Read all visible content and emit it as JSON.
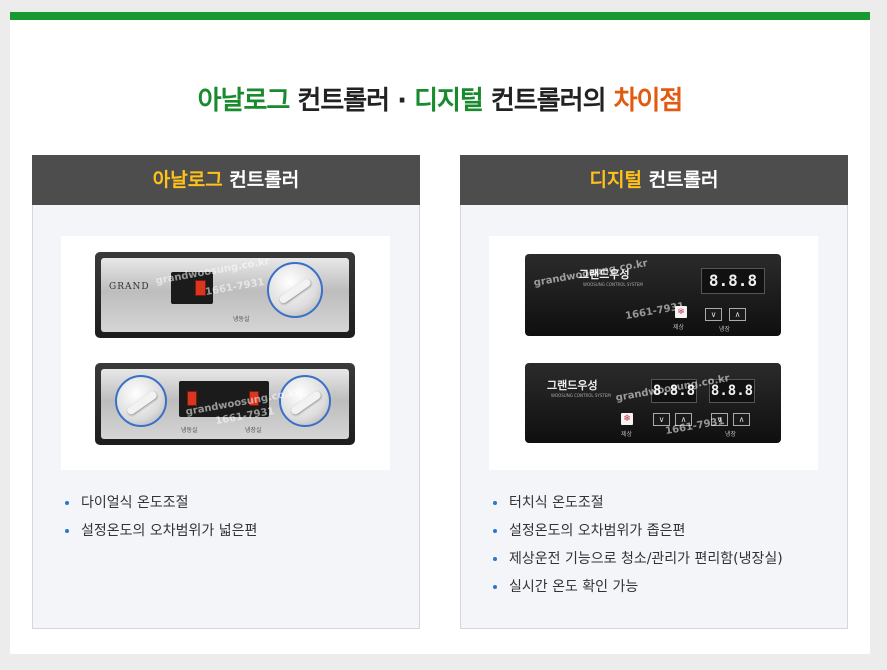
{
  "title": {
    "part1": "아날로그",
    "part2": " 컨트롤러 · ",
    "part3": "디지털",
    "part4": " 컨트롤러의 ",
    "part5": "차이점"
  },
  "left_panel": {
    "header_accent": "아날로그",
    "header_rest": " 컨트롤러",
    "bullets": [
      "다이얼식 온도조절",
      "설정온도의 오차범위가 넓은편"
    ],
    "image": {
      "brand": "GRAND",
      "label_freezer": "냉동실",
      "label_fridge": "냉장실",
      "watermark_site": "grandwoosung.co.kr",
      "watermark_phone": "1661-7931"
    }
  },
  "right_panel": {
    "header_accent": "디지털",
    "header_rest": " 컨트롤러",
    "bullets": [
      "터치식 온도조절",
      "설정온도의 오차범위가 좁은편",
      "제상운전 기능으로 청소/관리가 편리함(냉장실)",
      "실시간 온도 확인 가능"
    ],
    "image": {
      "brand": "그랜드우성",
      "sub": "WOOSUNG CONTROL SYSTEM",
      "display": "8.8.8",
      "label_defrost": "제상",
      "label_fridge": "냉장",
      "watermark_site": "grandwoosung.co.kr",
      "watermark_phone": "1661-7931"
    }
  },
  "colors": {
    "green": "#1a9a2e",
    "orange": "#e05a10",
    "yellow": "#ffc21a",
    "header_bg": "#4d4d4d",
    "bullet_dot": "#2a78c8"
  }
}
